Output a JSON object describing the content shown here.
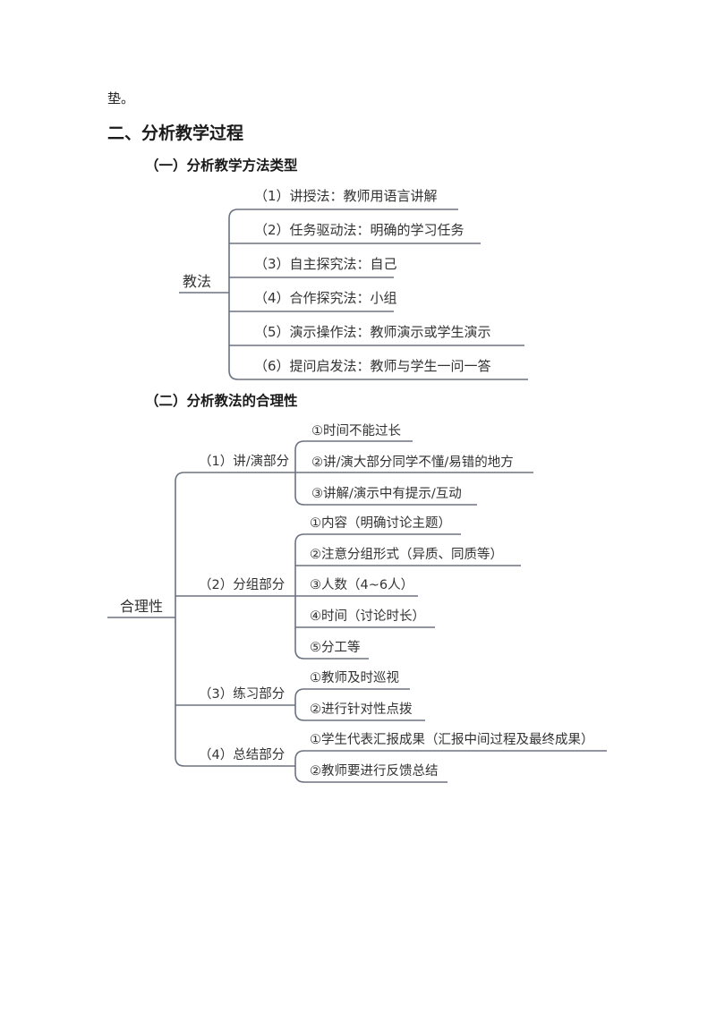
{
  "continuation_text": "垫。",
  "section_title": "二、分析教学过程",
  "subsections": [
    {
      "title": "（一）分析教学方法类型",
      "root": "教法",
      "branches": [
        "（1）讲授法：教师用语言讲解",
        "（2）任务驱动法：明确的学习任务",
        "（3）自主探究法：自己",
        "（4）合作探究法：小组",
        "（5）演示操作法：教师演示或学生演示",
        "（6）提问启发法：教师与学生一问一答"
      ]
    },
    {
      "title": "（二）分析教法的合理性",
      "root": "合理性",
      "branches": [
        {
          "label": "（1）讲/演部分",
          "leaves": [
            "①时间不能过长",
            "②讲/演大部分同学不懂/易错的地方",
            "③讲解/演示中有提示/互动"
          ]
        },
        {
          "label": "（2）分组部分",
          "leaves": [
            "①内容（明确讨论主题）",
            "②注意分组形式（异质、同质等）",
            "③人数（4~6人）",
            "④时间（讨论时长）",
            "⑤分工等"
          ]
        },
        {
          "label": "（3）练习部分",
          "leaves": [
            "①教师及时巡视",
            "②进行针对性点拨"
          ]
        },
        {
          "label": "（4）总结部分",
          "leaves": [
            "①学生代表汇报成果（汇报中间过程及最终成果）",
            "②教师要进行反馈总结"
          ]
        }
      ]
    }
  ]
}
